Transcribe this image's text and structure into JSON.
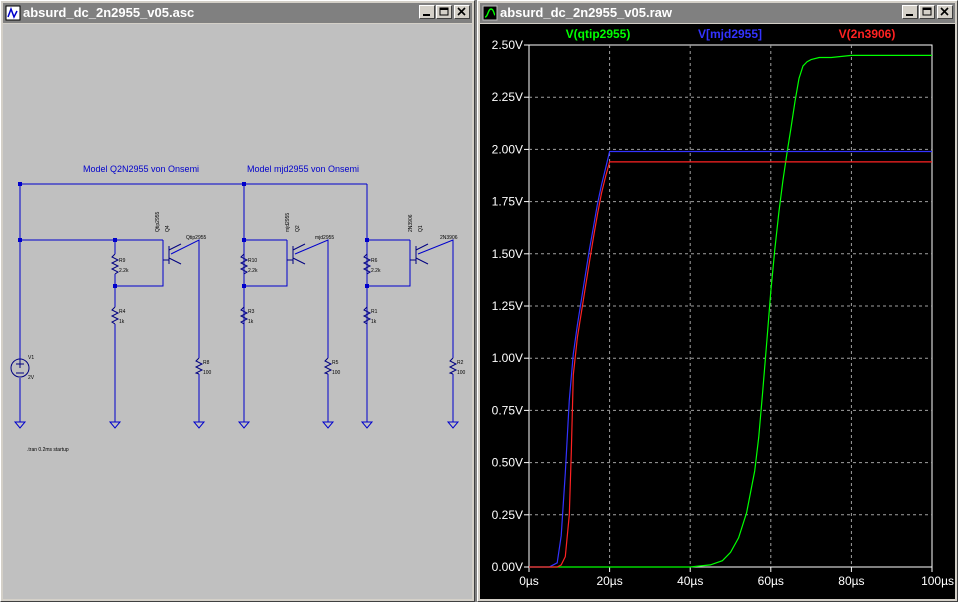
{
  "schematic_window": {
    "title": "absurd_dc_2n2955_v05.asc",
    "schematic": {
      "model_label_1": "Model Q2N2955 von Onsemi",
      "model_label_2": "Model mjd2955 von Onsemi",
      "directive": ".tran 0.2ms startup",
      "source": {
        "name": "V1",
        "value": "2V"
      },
      "stage1": {
        "transistor": {
          "name": "Q4",
          "model": "Qtip2955",
          "vlabel": "Qtip2955"
        },
        "r_top": {
          "name": "R9",
          "value": "2.2k"
        },
        "r_mid": {
          "name": "R4",
          "value": "1k"
        },
        "r_load": {
          "name": "R8",
          "value": "100"
        }
      },
      "stage2": {
        "transistor": {
          "name": "Q2",
          "model": "mjd2955",
          "vlabel": "mjd2955"
        },
        "r_top": {
          "name": "R10",
          "value": "2.2k"
        },
        "r_mid": {
          "name": "R3",
          "value": "1k"
        },
        "r_load": {
          "name": "R5",
          "value": "100"
        }
      },
      "stage3": {
        "transistor": {
          "name": "Q1",
          "model": "2N3906",
          "vlabel": "2N3906"
        },
        "r_top": {
          "name": "R6",
          "value": "2.2k"
        },
        "r_mid": {
          "name": "R1",
          "value": "1k"
        },
        "r_load": {
          "name": "R2",
          "value": "100"
        }
      }
    }
  },
  "plot_window": {
    "title": "absurd_dc_2n2955_v05.raw"
  },
  "colors": {
    "wire": "#0000cc",
    "trace_green": "#00ff00",
    "trace_blue": "#3333ff",
    "trace_red": "#ff2222",
    "axis_text": "#ffffff",
    "grid": "#a0a0a0"
  },
  "chart_data": {
    "type": "line",
    "x_unit": "µs",
    "y_unit": "V",
    "xlim": [
      0,
      100
    ],
    "ylim": [
      0,
      2.5
    ],
    "x_ticks": [
      0,
      20,
      40,
      60,
      80,
      100
    ],
    "x_tick_labels": [
      "0µs",
      "20µs",
      "40µs",
      "60µs",
      "80µs",
      "100µs"
    ],
    "y_ticks": [
      0,
      0.25,
      0.5,
      0.75,
      1.0,
      1.25,
      1.5,
      1.75,
      2.0,
      2.25,
      2.5
    ],
    "y_tick_labels": [
      "0.00V",
      "0.25V",
      "0.50V",
      "0.75V",
      "1.00V",
      "1.25V",
      "1.50V",
      "1.75V",
      "2.00V",
      "2.25V",
      "2.50V"
    ],
    "grid": true,
    "series": [
      {
        "name": "V(qtip2955)",
        "color": "#00ff00",
        "x": [
          0,
          40,
          45,
          48,
          50,
          52,
          54,
          56,
          57,
          58,
          59,
          60,
          61,
          62,
          63,
          64,
          65,
          66,
          67,
          68,
          69,
          70,
          72,
          75,
          80,
          90,
          100
        ],
        "y": [
          0,
          0,
          0.01,
          0.03,
          0.07,
          0.14,
          0.26,
          0.46,
          0.62,
          0.84,
          1.08,
          1.32,
          1.52,
          1.7,
          1.85,
          1.98,
          2.1,
          2.23,
          2.34,
          2.4,
          2.42,
          2.43,
          2.44,
          2.44,
          2.45,
          2.45,
          2.45
        ]
      },
      {
        "name": "V[mjd2955]",
        "color": "#3333ff",
        "x": [
          0,
          5,
          7,
          8,
          9,
          10,
          11,
          12,
          13,
          14,
          15,
          16,
          17,
          18,
          19,
          20,
          100
        ],
        "y": [
          0,
          0,
          0.02,
          0.15,
          0.45,
          0.8,
          1.02,
          1.16,
          1.28,
          1.4,
          1.52,
          1.63,
          1.74,
          1.83,
          1.91,
          1.99,
          1.99
        ]
      },
      {
        "name": "V(2n3906)",
        "color": "#ff2222",
        "x": [
          0,
          7,
          8,
          9,
          10,
          10.5,
          11,
          12,
          13,
          14,
          15,
          16,
          17,
          18,
          19,
          20,
          100
        ],
        "y": [
          0,
          0,
          0.01,
          0.05,
          0.25,
          0.55,
          0.92,
          1.1,
          1.22,
          1.34,
          1.46,
          1.58,
          1.69,
          1.79,
          1.87,
          1.94,
          1.94
        ]
      }
    ]
  }
}
